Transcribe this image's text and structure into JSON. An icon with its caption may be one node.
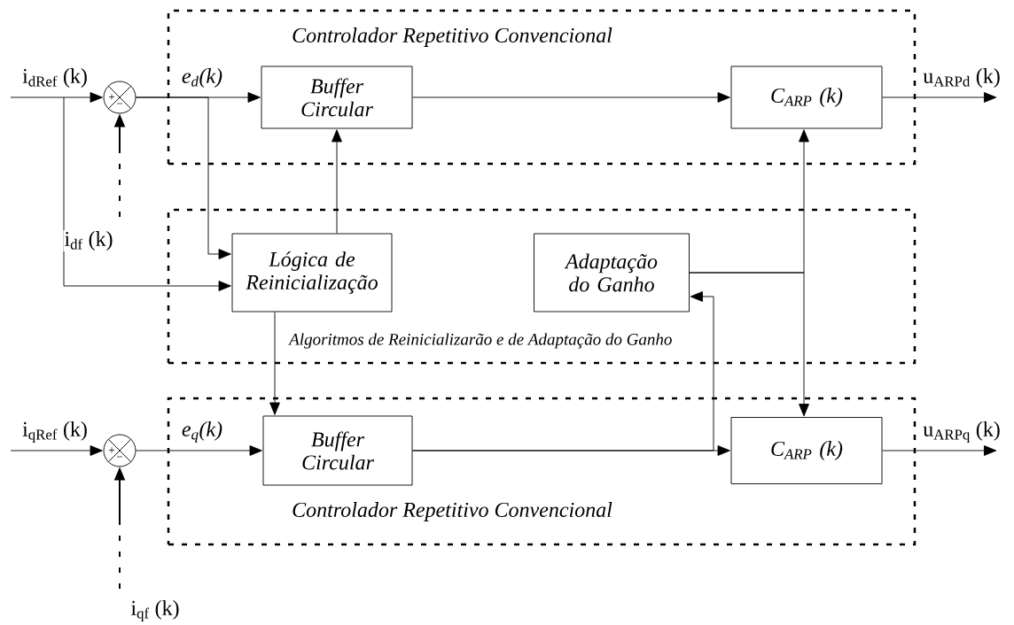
{
  "diagram": {
    "nodes": [
      {
        "text": [
          "Controlador Repetitivo Convencional"
        ]
      },
      {
        "text": [
          "Buffer Circular"
        ],
        "in": 0
      },
      {
        "text": [
          "C$_{ARP}$ (k)"
        ],
        "in": 0
      },
      {
        "text": [
          "Algoritmos de Reinicializarão e de Adaptação do Ganho"
        ]
      },
      {
        "text": [
          "Lógica de Reinicialização"
        ],
        "in": 3
      },
      {
        "text": [
          "Adaptação do Ganho"
        ],
        "in": 3
      },
      {
        "text": [
          "Controlador Repetitivo Convencional"
        ]
      },
      {
        "text": [
          "Buffer Circular"
        ],
        "in": 6
      },
      {
        "text": [
          "C$_{ARP}$ (k)"
        ],
        "in": 6
      },
      {
        "text": [
          "+",
          "−"
        ]
      },
      {
        "text": [
          "+",
          "−"
        ]
      }
    ],
    "edges": [
      {
        "from": null,
        "to": 9,
        "arrow": "to",
        "label": "i$_{dRef}$ (k)"
      },
      {
        "from": null,
        "to": 9,
        "arrow": "to",
        "label": "i$_{df}$ (k)",
        "style": "dashed"
      },
      {
        "from": 9,
        "to": 1,
        "arrow": "to",
        "label": "e$_{d}$(k)"
      },
      {
        "from": 9,
        "to": 4,
        "arrow": "to"
      },
      {
        "from": null,
        "to": 4,
        "arrow": "to"
      },
      {
        "from": 4,
        "to": 1,
        "arrow": "to"
      },
      {
        "from": 1,
        "to": 2,
        "arrow": "to"
      },
      {
        "from": 2,
        "to": null,
        "arrow": "to",
        "label": "u$_{ARPd}$ (k)"
      },
      {
        "from": 4,
        "to": 7,
        "arrow": "to"
      },
      {
        "from": 5,
        "to": 2,
        "arrow": "to"
      },
      {
        "from": 5,
        "to": 8,
        "arrow": "to"
      },
      {
        "from": 7,
        "to": 5,
        "arrow": "to"
      },
      {
        "from": 7,
        "to": 8,
        "arrow": "to"
      },
      {
        "from": 8,
        "to": null,
        "arrow": "to",
        "label": "u$_{ARPq}$ (k)"
      },
      {
        "from": null,
        "to": 10,
        "arrow": "to",
        "label": "i$_{qRef}$ (k)"
      },
      {
        "from": null,
        "to": 10,
        "arrow": "to",
        "label": "i$_{qf}$ (k)",
        "style": "dashed"
      },
      {
        "from": 10,
        "to": 7,
        "arrow": "to",
        "label": "e$_{q}$(k)"
      }
    ]
  }
}
